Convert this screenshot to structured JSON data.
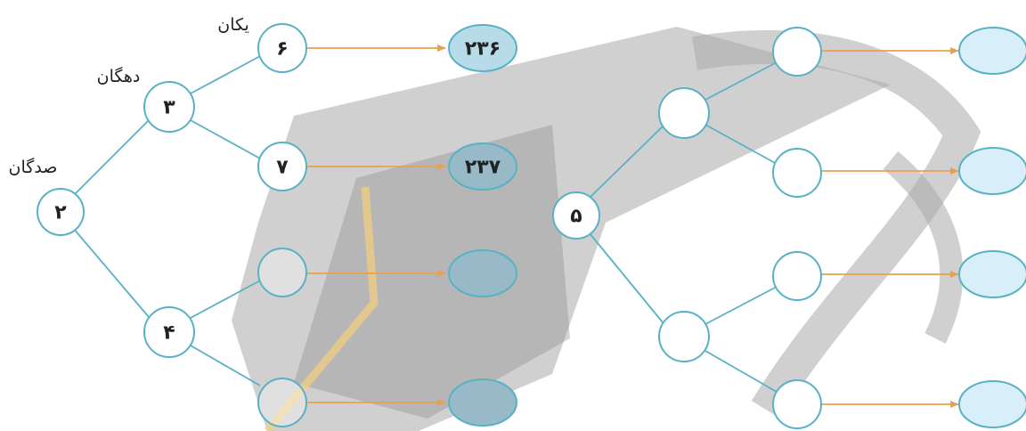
{
  "colors": {
    "node_stroke": "#59b2c4",
    "arrow": "#eba04c",
    "result_fill_left": "#98b9c8",
    "result_fill_right": "#d8eef9",
    "watermark": "#8f8f8f"
  },
  "labels": {
    "hundreds": "صدگان",
    "tens": "دهگان",
    "ones": "یکان"
  },
  "left_tree": {
    "root": "۲",
    "tens_top": "۳",
    "tens_bottom": "۴",
    "ones": [
      "۶",
      "۷",
      "",
      ""
    ],
    "results": [
      "۲۳۶",
      "۲۳۷",
      "",
      ""
    ]
  },
  "right_tree": {
    "root": "۵",
    "tens_top": "",
    "tens_bottom": "",
    "ones": [
      "",
      "",
      "",
      ""
    ],
    "results": [
      "",
      "",
      "",
      ""
    ]
  }
}
